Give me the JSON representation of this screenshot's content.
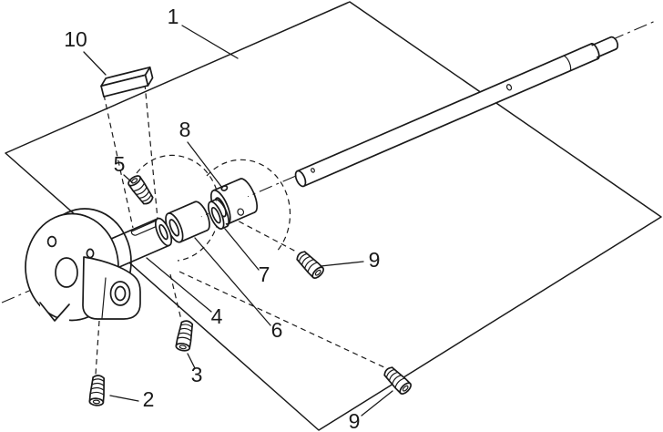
{
  "diagram": {
    "background": "#ffffff",
    "line_color": "#1a1a1a",
    "labels": {
      "part1": "1",
      "part2": "2",
      "part3": "3",
      "part4": "4",
      "part5": "5",
      "part6": "6",
      "part7": "7",
      "part8": "8",
      "part9_upper": "9",
      "part9_lower": "9",
      "part10": "10"
    }
  }
}
